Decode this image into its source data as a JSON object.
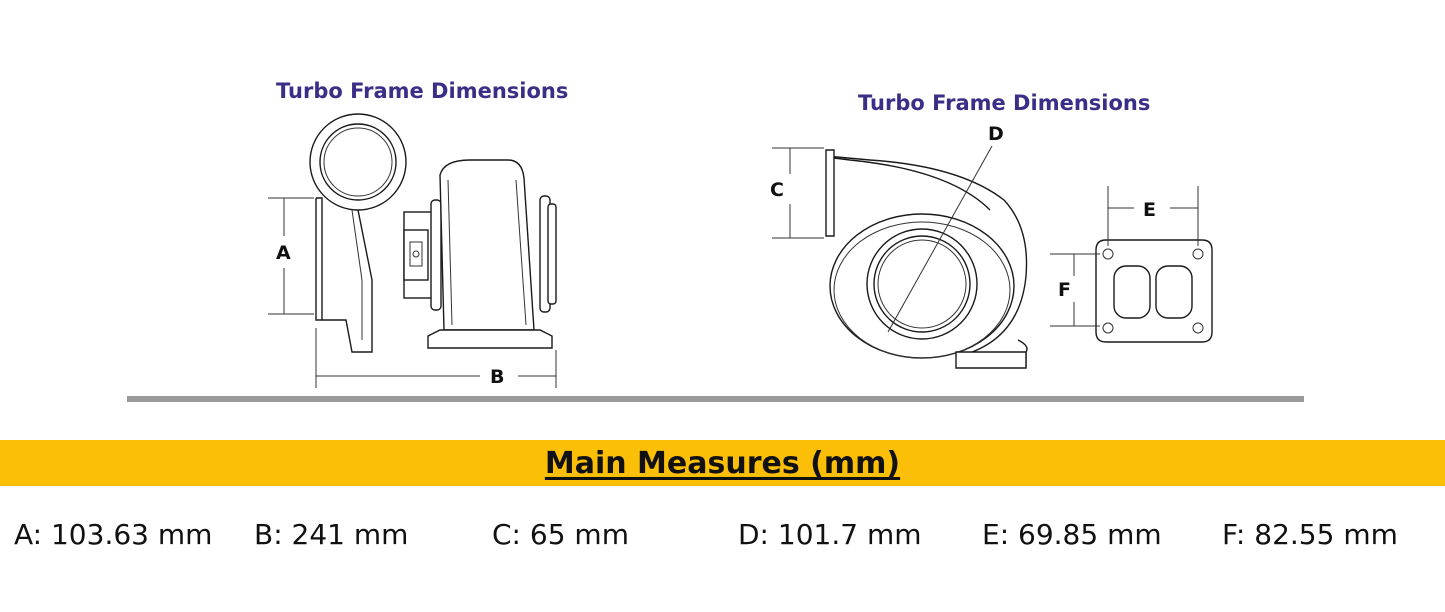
{
  "diagram": {
    "left_title": "Turbo Frame Dimensions",
    "right_title": "Turbo Frame Dimensions",
    "labels": {
      "a": "A",
      "b": "B",
      "c": "C",
      "d": "D",
      "e": "E",
      "f": "F"
    }
  },
  "banner": {
    "title": "Main Measures (mm)",
    "color": "#fbbf07"
  },
  "measures": {
    "a": "A: 103.63 mm",
    "b": "B: 241 mm",
    "c": "C: 65 mm",
    "d": "D: 101.7 mm",
    "e": "E: 69.85 mm",
    "f": "F: 82.55 mm"
  },
  "colors": {
    "title_purple": "#3a2f86",
    "baseline_gray": "#999999"
  }
}
